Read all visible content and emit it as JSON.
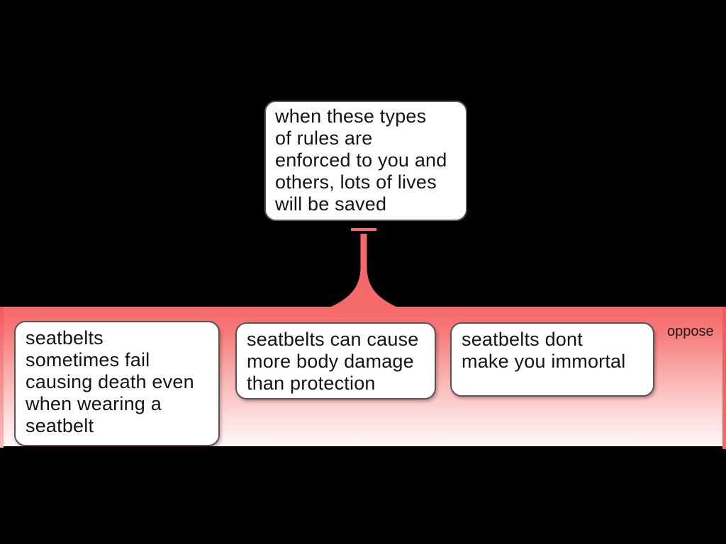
{
  "colors": {
    "background": "#000000",
    "accent_red": "#f6696a",
    "panel_fade_bottom": "#fef8f7",
    "node_fill": "#ffffff",
    "node_border": "#555555",
    "text": "#141414"
  },
  "claim": {
    "text": "when these types\nof rules are\nenforced to you and\nothers, lots of lives\nwill be saved"
  },
  "oppose_group": {
    "label": "oppose",
    "reasons": [
      {
        "text": "seatbelts\nsometimes fail\ncausing death even\nwhen wearing a\nseatbelt"
      },
      {
        "text": "seatbelts can cause\nmore body damage\nthan protection"
      },
      {
        "text": "seatbelts dont\nmake you immortal"
      }
    ]
  }
}
